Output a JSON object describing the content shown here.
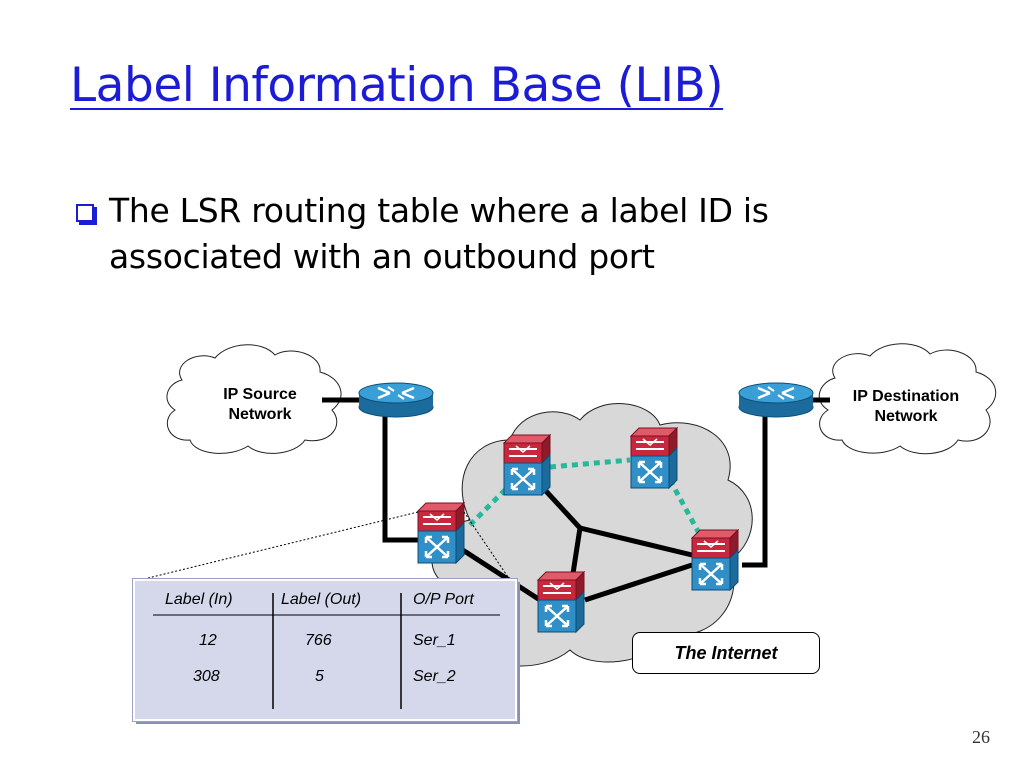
{
  "slide": {
    "title": "Label Information Base (LIB)",
    "bullet": "The LSR routing table where a label ID is associated with an outbound port",
    "page_number": "26"
  },
  "diagram": {
    "source_cloud_label": "IP Source Network",
    "destination_cloud_label": "IP Destination Network",
    "internet_label": "The Internet",
    "lib_table": {
      "headers": [
        "Label (In)",
        "Label (Out)",
        "O/P Port"
      ],
      "rows": [
        [
          "12",
          "766",
          "Ser_1"
        ],
        [
          "308",
          "5",
          "Ser_2"
        ]
      ]
    }
  },
  "colors": {
    "title": "#1c1cd6",
    "router": "#2f8fc6",
    "switch_top": "#c8283e",
    "switch_body": "#2f8fc6",
    "lsp_link": "#25b89a",
    "cloud_fill": "#d8d8d8"
  },
  "icons": [
    "checkbox-bullet-icon",
    "router-icon",
    "atm-switch-icon",
    "cloud-icon"
  ]
}
